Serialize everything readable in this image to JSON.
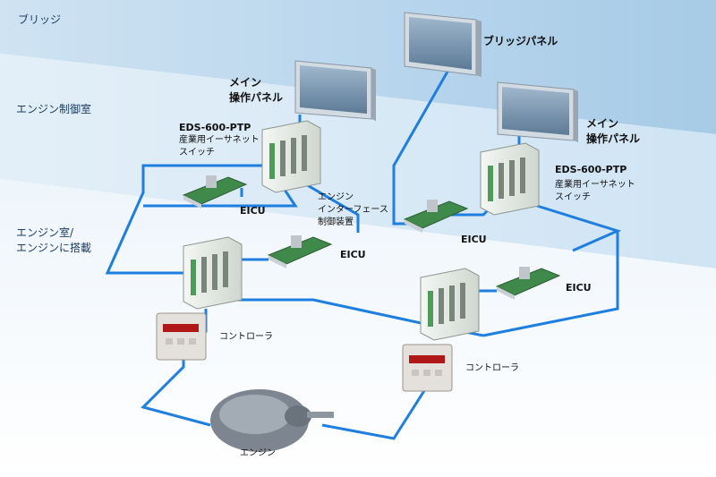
{
  "zones": {
    "bridge": "ブリッジ",
    "engine_control_room": "エンジン制御室",
    "engine_room": "エンジン室/\nエンジンに搭載"
  },
  "labels": {
    "bridge_panel": "ブリッジパネル",
    "main_panel_left": "メイン\n操作パネル",
    "main_panel_right": "メイン\n操作パネル",
    "switch_left_model": "EDS-600-PTP",
    "switch_left_desc": "産業用イーサネット\nスイッチ",
    "switch_right_model": "EDS-600-PTP",
    "switch_right_desc": "産業用イーサネット\nスイッチ",
    "eicu_top_left": "EICU",
    "eicu_top_right": "EICU",
    "eicu_mid_left": "EICU",
    "eicu_mid_right": "EICU",
    "interface_controller": "エンジン\nインターフェース\n制御装置",
    "controller_left": "コントローラ",
    "controller_right": "コントローラ",
    "engine": "エンジン"
  },
  "colors": {
    "network_line": "#1e7fe0",
    "zone_top": "#b9d6ec",
    "zone_mid": "#d8e9f5",
    "switch_body": "#e6ebe6",
    "board_green": "#3f8a4a",
    "panel_screen": "#7d9cb8"
  }
}
